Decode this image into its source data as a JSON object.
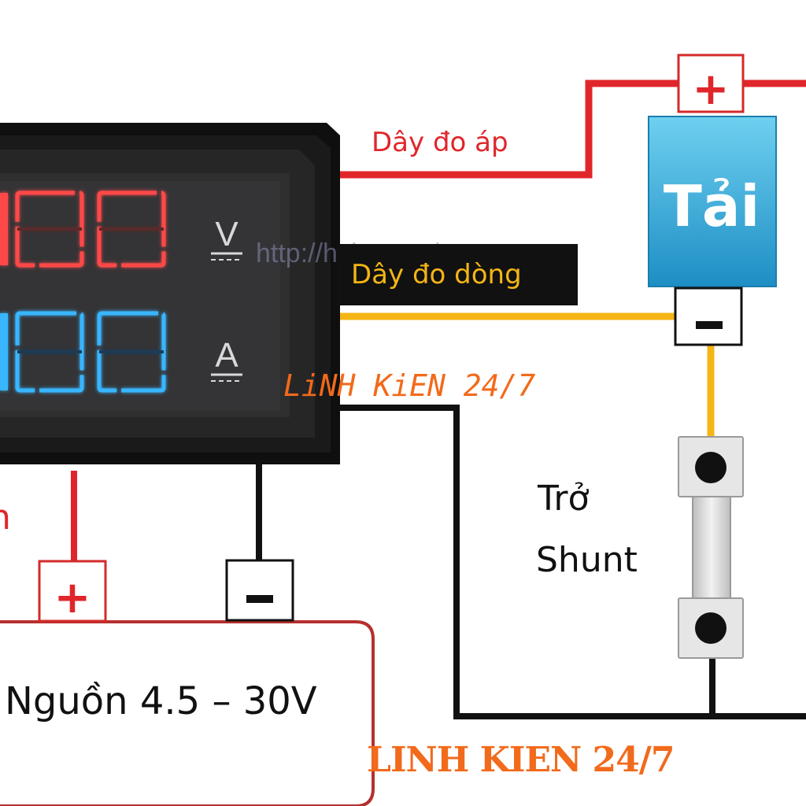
{
  "meter": {
    "volt_digits": "00",
    "amp_digits": "00",
    "volt_unit": "V",
    "amp_unit": "A",
    "watermark": "http://hshop.vn/"
  },
  "wires": {
    "voltage_label": "Dây đo áp",
    "current_label": "Dây đo dòng"
  },
  "load": {
    "label": "Tải",
    "plus": "+",
    "minus": "-"
  },
  "shunt": {
    "label_line1": "Trở",
    "label_line2": "Shunt"
  },
  "power": {
    "label": "Nguồn 4.5 – 30V",
    "plus": "+",
    "minus": "-",
    "cut_label": "n"
  },
  "branding": {
    "logo_small": "LiNH KiEN 24/7",
    "logo_large": "LINH KIEN 24/7"
  },
  "colors": {
    "red_wire": "#e0262b",
    "yellow_wire": "#f5b516",
    "black_wire": "#111111",
    "volt_led": "#ff4a4a",
    "amp_led": "#38b6ff",
    "load_box": "#2ea3d6",
    "brand_orange": "#f26a1b"
  }
}
